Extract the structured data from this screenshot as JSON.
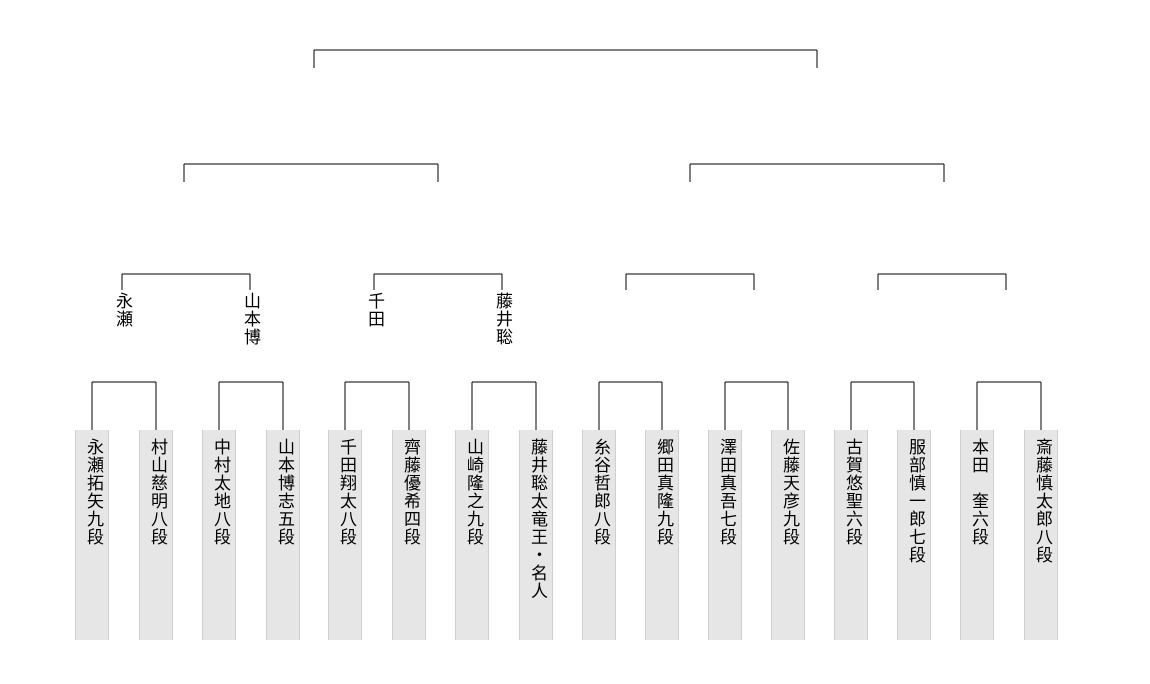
{
  "round1_players": [
    {
      "name": "永瀬拓矢九段"
    },
    {
      "name": "村山慈明八段"
    },
    {
      "name": "中村太地八段"
    },
    {
      "name": "山本博志五段"
    },
    {
      "name": "千田翔太八段"
    },
    {
      "name": "齊藤優希四段"
    },
    {
      "name": "山崎隆之九段"
    },
    {
      "name": "藤井聡太竜王・名人"
    },
    {
      "name": "糸谷哲郎八段"
    },
    {
      "name": "郷田真隆九段"
    },
    {
      "name": "澤田真吾七段"
    },
    {
      "name": "佐藤天彦九段"
    },
    {
      "name": "古賀悠聖六段"
    },
    {
      "name": "服部慎一郎七段"
    },
    {
      "name": "本田　奎六段"
    },
    {
      "name": "斎藤慎太郎八段"
    }
  ],
  "round1_winners": [
    {
      "name": "永瀬"
    },
    {
      "name": "山本博"
    },
    {
      "name": "千田"
    },
    {
      "name": "藤井聡"
    },
    {
      "name": ""
    },
    {
      "name": ""
    },
    {
      "name": ""
    },
    {
      "name": ""
    }
  ]
}
